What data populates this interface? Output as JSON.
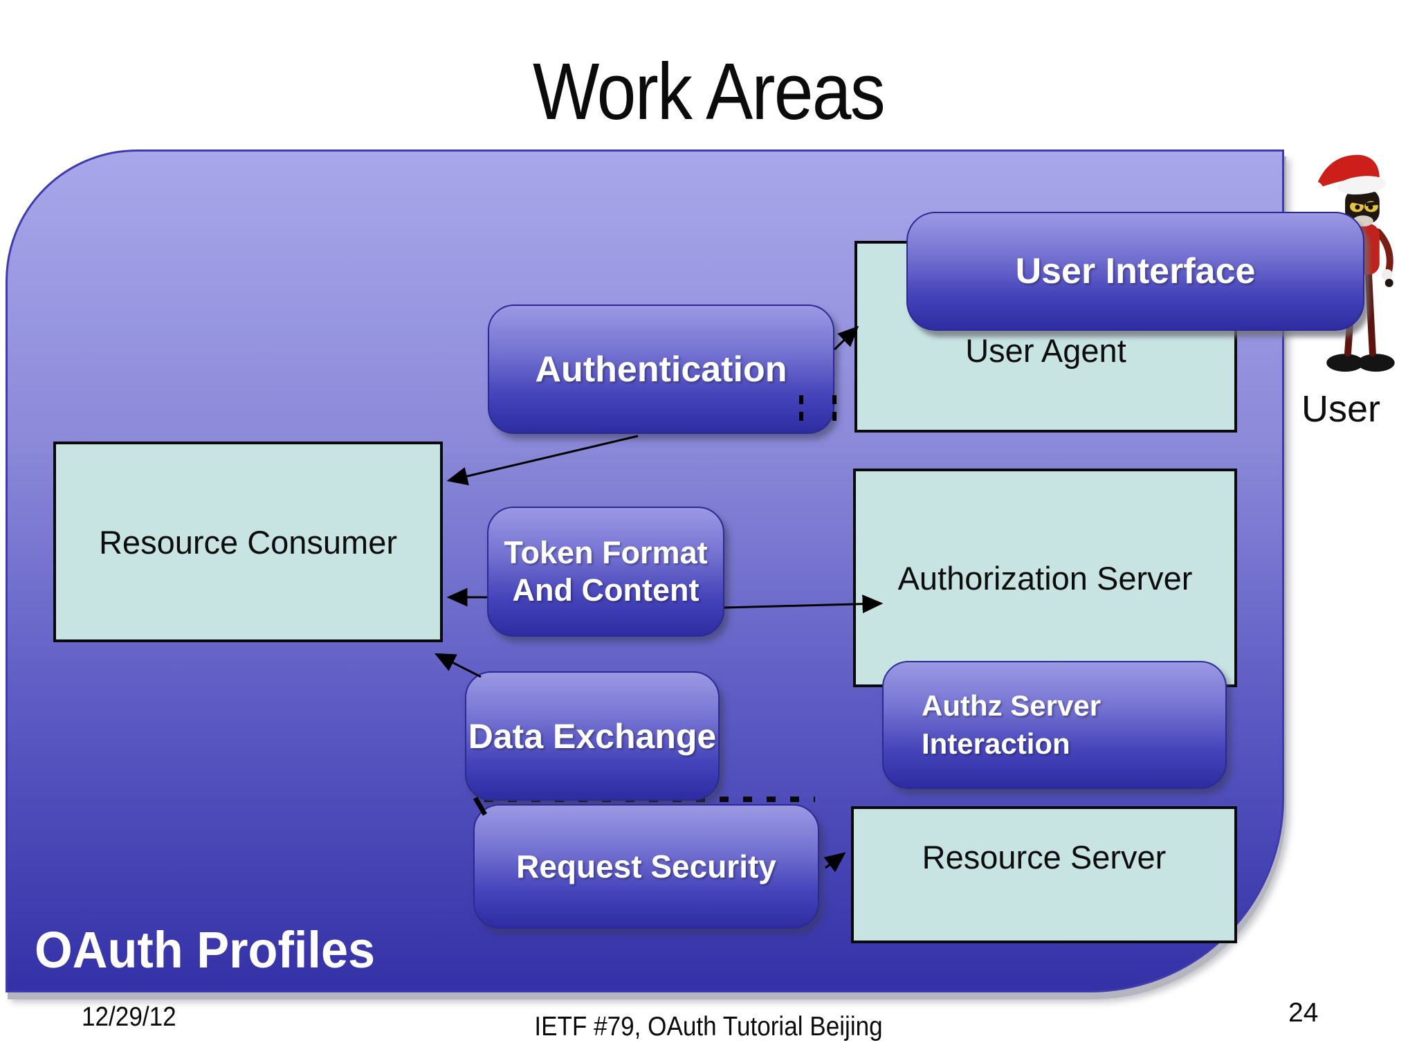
{
  "title": "Work Areas",
  "container": {
    "label": "OAuth Profiles"
  },
  "entities": {
    "user_agent": "User Agent",
    "resource_consumer": "Resource Consumer",
    "authorization_server": "Authorization Server",
    "resource_server": "Resource Server"
  },
  "profiles": {
    "user_interface": "User Interface",
    "authentication": "Authentication",
    "token_format": {
      "line1": "Token Format",
      "line2": "And Content"
    },
    "data_exchange": "Data Exchange",
    "authz_interaction": {
      "line1": "Authz Server",
      "line2": "Interaction"
    },
    "request_security": "Request Security"
  },
  "user_label": "User",
  "footer": {
    "date": "12/29/12",
    "event": "IETF #79, OAuth Tutorial Beijing",
    "page": "24"
  },
  "colors": {
    "entity_fill": "#c7e4e3",
    "profile_gradient_top": "#9b99e4",
    "profile_gradient_bottom": "#2e2ca1",
    "container_top": "#a8a7ea",
    "container_bottom": "#3431a7",
    "arrow": "#000000",
    "santa_red": "#cc1f1a"
  }
}
